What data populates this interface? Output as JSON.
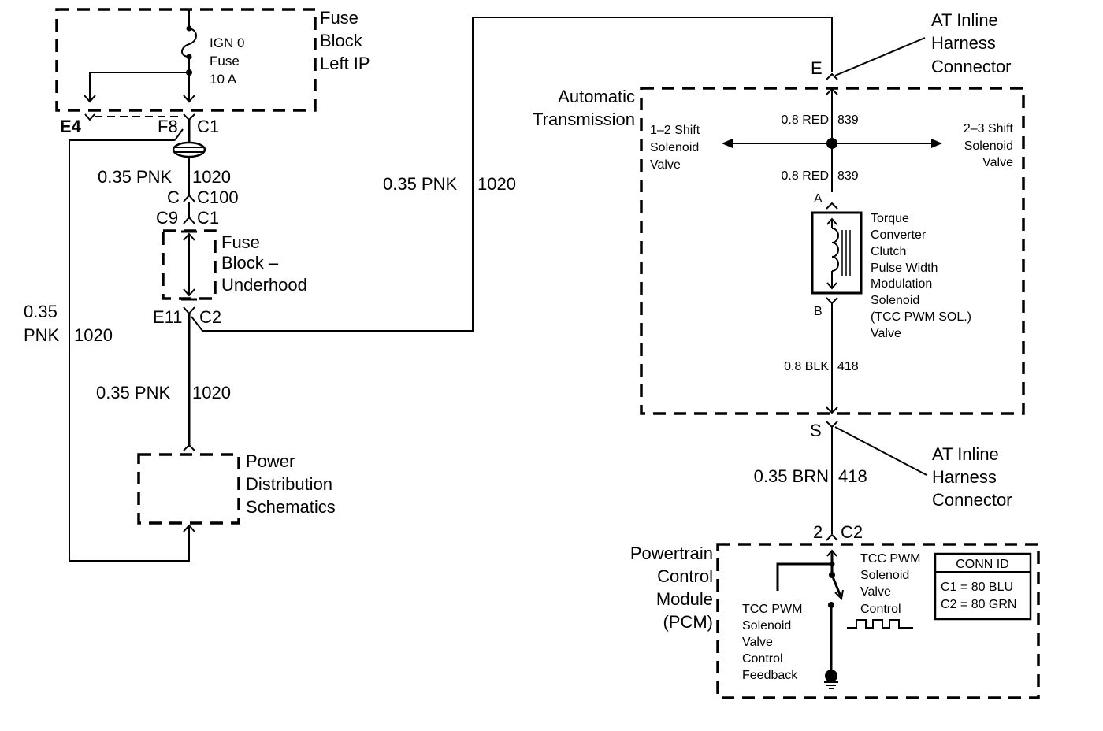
{
  "components": {
    "fuse_block_left_ip": {
      "label": [
        "Fuse",
        "Block",
        "Left IP"
      ]
    },
    "ign0_fuse": {
      "label": [
        "IGN 0",
        "Fuse",
        "10 A"
      ]
    },
    "fuse_block_underhood": {
      "label": [
        "Fuse",
        "Block –",
        "Underhood"
      ]
    },
    "power_distribution": {
      "label": [
        "Power",
        "Distribution",
        "Schematics"
      ]
    },
    "automatic_transmission": {
      "label": [
        "Automatic",
        "Transmission"
      ]
    },
    "shift_solenoid_12": {
      "label": [
        "1–2 Shift",
        "Solenoid",
        "Valve"
      ]
    },
    "shift_solenoid_23": {
      "label": [
        "2–3 Shift",
        "Solenoid",
        "Valve"
      ]
    },
    "tcc_pwm_solenoid": {
      "label": [
        "Torque",
        "Converter",
        "Clutch",
        "Pulse Width",
        "Modulation",
        "Solenoid",
        "(TCC PWM SOL.)",
        "Valve"
      ]
    },
    "at_inline_connector_top": {
      "label": [
        "AT Inline",
        "Harness",
        "Connector"
      ]
    },
    "at_inline_connector_bottom": {
      "label": [
        "AT Inline",
        "Harness",
        "Connector"
      ]
    },
    "pcm": {
      "label": [
        "Powertrain",
        "Control",
        "Module",
        "(PCM)"
      ]
    },
    "pcm_control": {
      "label": [
        "TCC PWM",
        "Solenoid",
        "Valve",
        "Control"
      ]
    },
    "pcm_feedback": {
      "label": [
        "TCC PWM",
        "Solenoid",
        "Valve",
        "Control",
        "Feedback"
      ]
    },
    "conn_id": {
      "title": "CONN ID",
      "rows": [
        "C1 = 80 BLU",
        "C2 = 80 GRN"
      ]
    }
  },
  "connectors": {
    "e4": "E4",
    "f8": "F8",
    "c1_top": "C1",
    "c": "C",
    "c100": "C100",
    "c9": "C9",
    "c1_mid": "C1",
    "e11": "E11",
    "c2_mid": "C2",
    "e": "E",
    "a": "A",
    "b": "B",
    "s": "S",
    "pin2": "2",
    "c2_pcm": "C2"
  },
  "wires": {
    "w_left_top": {
      "gauge": "0.35 PNK",
      "circuit": "1020"
    },
    "w_left_long": {
      "gauge_line1": "0.35",
      "gauge_line2": "PNK",
      "circuit": "1020"
    },
    "w_mid_down": {
      "gauge": "0.35 PNK",
      "circuit": "1020"
    },
    "w_top_run": {
      "gauge": "0.35 PNK",
      "circuit": "1020"
    },
    "w_red_upper": {
      "gauge": "0.8 RED",
      "circuit": "839"
    },
    "w_red_lower": {
      "gauge": "0.8 RED",
      "circuit": "839"
    },
    "w_blk": {
      "gauge": "0.8 BLK",
      "circuit": "418"
    },
    "w_brn": {
      "gauge": "0.35 BRN",
      "circuit": "418"
    }
  }
}
